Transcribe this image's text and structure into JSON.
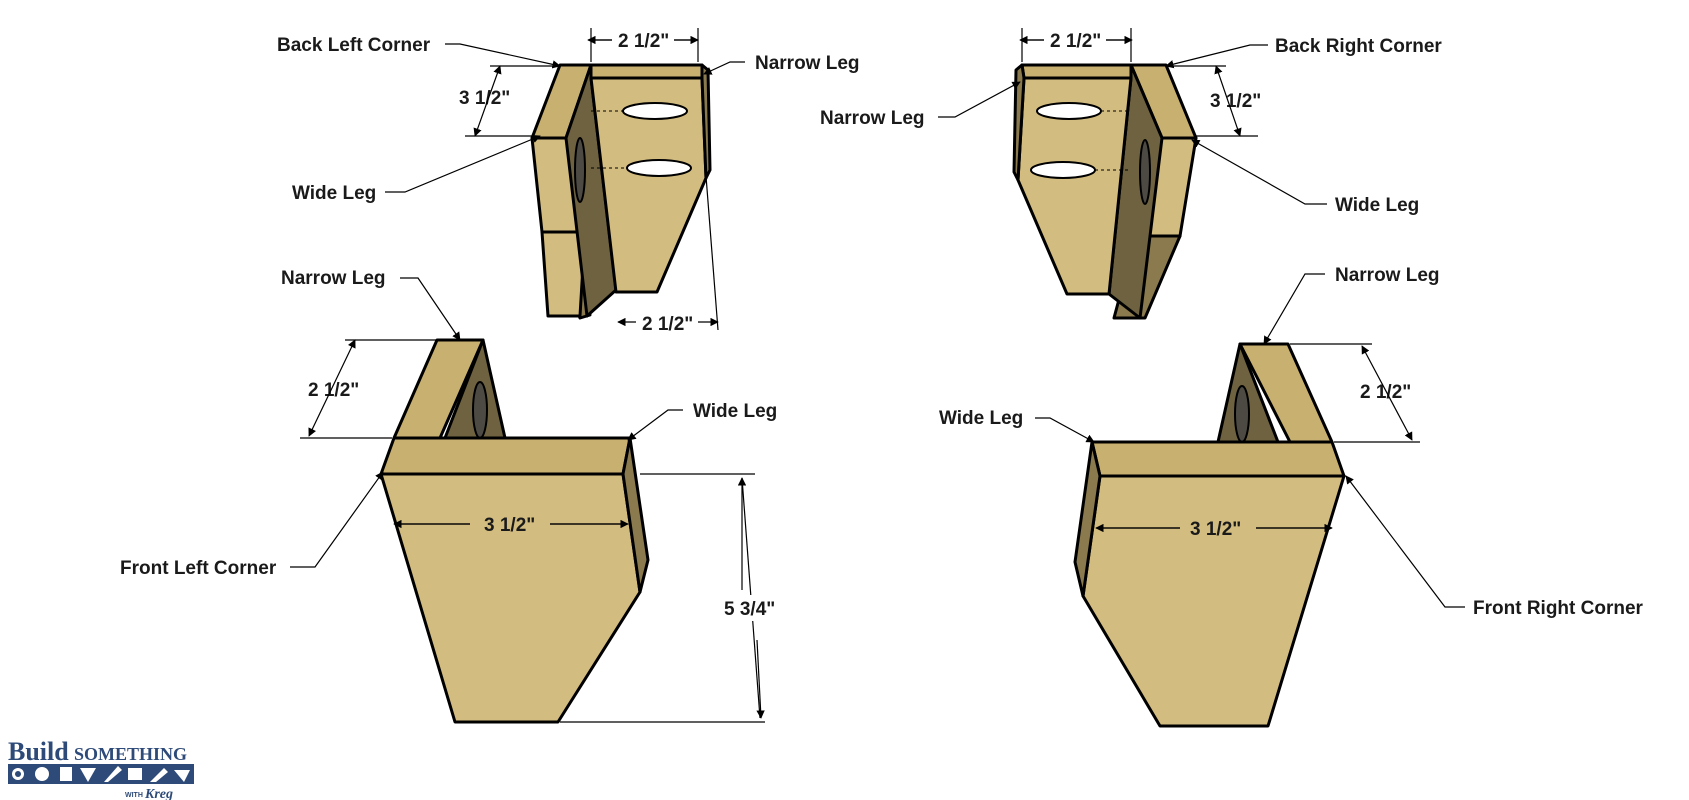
{
  "labels": {
    "back_left_corner": "Back Left Corner",
    "back_right_corner": "Back Right Corner",
    "front_left_corner": "Front Left Corner",
    "front_right_corner": "Front Right Corner",
    "narrow_leg": "Narrow Leg",
    "wide_leg": "Wide Leg"
  },
  "dimensions": {
    "two_and_half": "2 1/2\"",
    "three_and_half": "3 1/2\"",
    "five_three_quarter": "5 3/4\""
  },
  "logo": {
    "build": "Build",
    "something": "SOMETHING",
    "with": "WITH",
    "kreg": "Kreg"
  },
  "colors": {
    "wood_face": "#d3bc7f",
    "wood_top": "#c8b070",
    "wood_side": "#8a7a4e",
    "logo_blue": "#2d4a78"
  }
}
